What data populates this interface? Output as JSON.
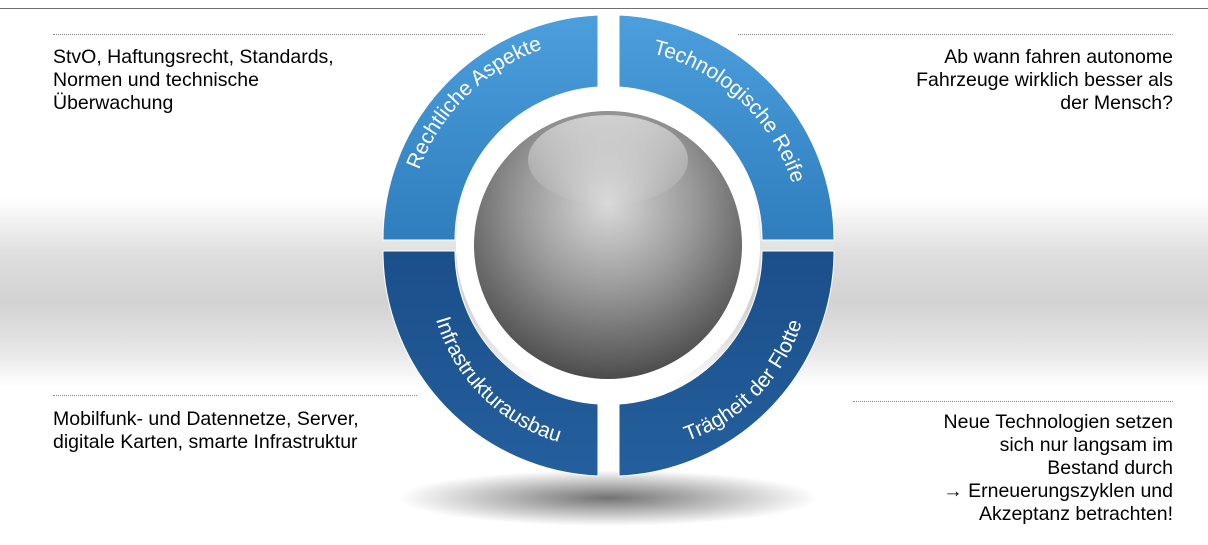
{
  "quadrants": {
    "top_left": "Rechtliche Aspekte",
    "top_right": "Technologische Reife",
    "bottom_left": "Infrastrukturausbau",
    "bottom_right": "Trägheit der Flotte"
  },
  "notes": {
    "top_left": [
      "StvO, Haftungsrecht, Standards,",
      "Normen und technische",
      "Überwachung"
    ],
    "top_right": [
      "Ab wann fahren autonome",
      "Fahrzeuge wirklich besser als",
      "der Mensch?"
    ],
    "bottom_left": [
      "Mobilfunk- und Datennetze, Server,",
      "digitale Karten, smarte Infrastruktur"
    ],
    "bottom_right": [
      "Neue Technologien setzen",
      "sich nur langsam im",
      "Bestand durch",
      "→ Erneuerungszyklen und",
      "Akzeptanz betrachten!"
    ]
  },
  "colors": {
    "top_segments": "#3d8fd0",
    "bottom_segments": "#1f5692",
    "sphere": "#6e6e6e"
  }
}
